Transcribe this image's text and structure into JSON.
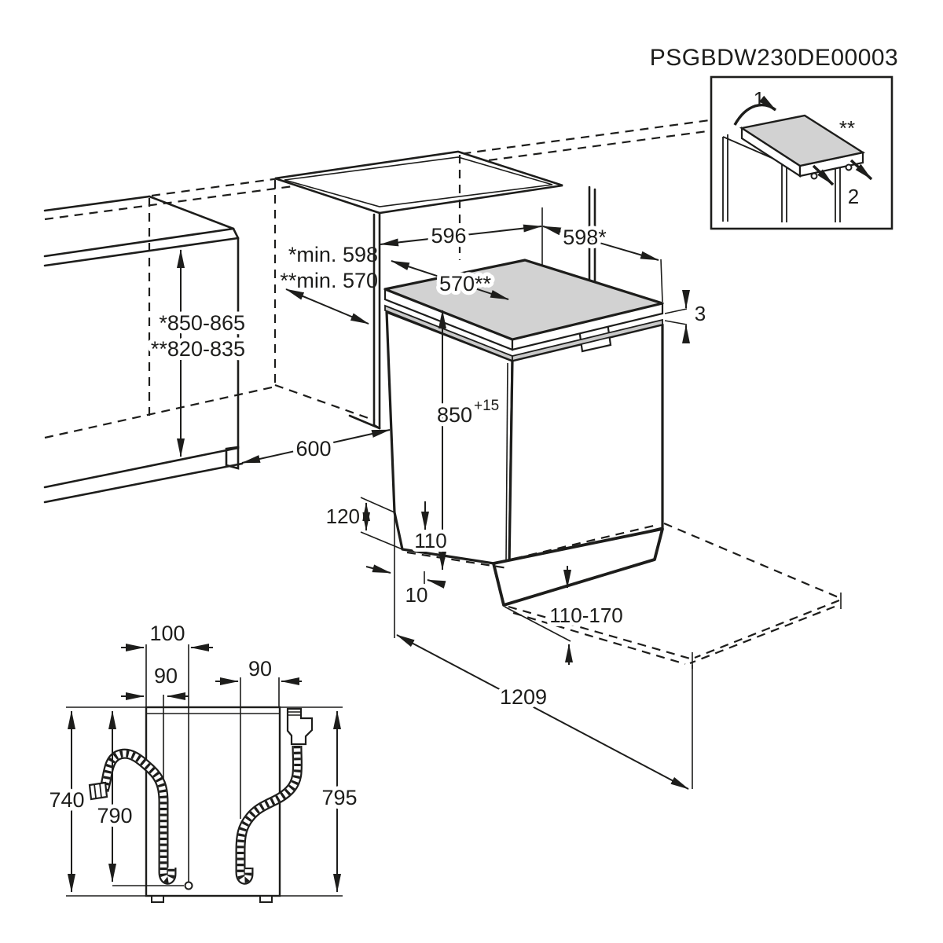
{
  "title": "PSGBDW230DE00003",
  "inset": {
    "step_1": "1",
    "step_2": "2",
    "note": "**"
  },
  "main": {
    "labels": {
      "counter_height_1": "*850-865",
      "counter_height_2": "**820-835",
      "niche_depth_1": "*min. 598",
      "niche_depth_2": "**min. 570",
      "niche_width": "596",
      "appliance_width": "598*",
      "appliance_depth": "570**",
      "worktop_gap": "3",
      "appliance_height": "850",
      "appliance_height_tolerance": "+15",
      "counter_depth": "600",
      "front_edge_120": "120",
      "front_edge_110": "110",
      "front_edge_10": "10",
      "plinth_recess": "110-170",
      "open_door_depth": "1209"
    }
  },
  "rear_view": {
    "labels": {
      "drain_offset": "100",
      "left_hose_offset": "90",
      "right_hose_offset": "90",
      "height_left": "740",
      "height_cable": "790",
      "height_right": "795"
    }
  }
}
